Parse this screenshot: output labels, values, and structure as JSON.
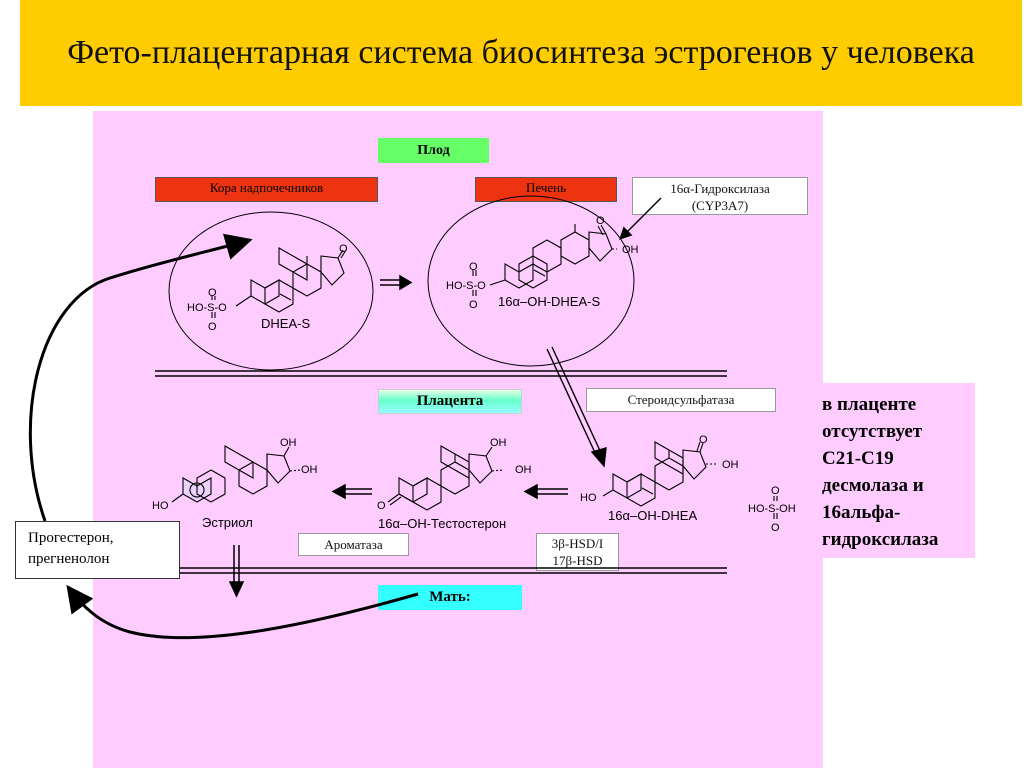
{
  "title": "Фето-плацентарная система биосинтеза эстрогенов у человека",
  "labels": {
    "fetus": "Плод",
    "adrenal_cortex": "Кора надпочечников",
    "liver": "Печень",
    "hydroxylase_line1": "16α-Гидроксилаза",
    "hydroxylase_line2": "(CYP3A7)",
    "placenta": "Плацента",
    "sulfatase": "Стероидсульфатаза",
    "aromatase": "Ароматаза",
    "hsd_line1": "3β-HSD/I",
    "hsd_line2": "17β-HSD",
    "mother": "Мать:",
    "progesterone_line1": "Прогестерон,",
    "progesterone_line2": "прегненолон"
  },
  "side_note": [
    "в плаценте",
    "отсутствует",
    "С21-С19",
    "десмолаза и",
    "16альфа-",
    "гидроксилаза"
  ],
  "molecules": {
    "dhea_s": "DHEA-S",
    "oh_dhea_s": "16α–OH-DHEA-S",
    "oh_dhea": "16α–OH-DHEA",
    "oh_testosterone": "16α–OH-Тестостерон",
    "estriol": "Эстриол"
  },
  "atoms": {
    "o": "O",
    "oh": "OH",
    "ho": "HO",
    "hoso": "HO-S-O",
    "hosoh": "HO-S-OH",
    "s": "S"
  },
  "colors": {
    "title_bg": "#ffcc00",
    "panel_bg": "#ffccff",
    "fetus_label_bg": "#66ff66",
    "enzyme_red": "#ee3311",
    "mother_label_bg": "#33ffff"
  }
}
